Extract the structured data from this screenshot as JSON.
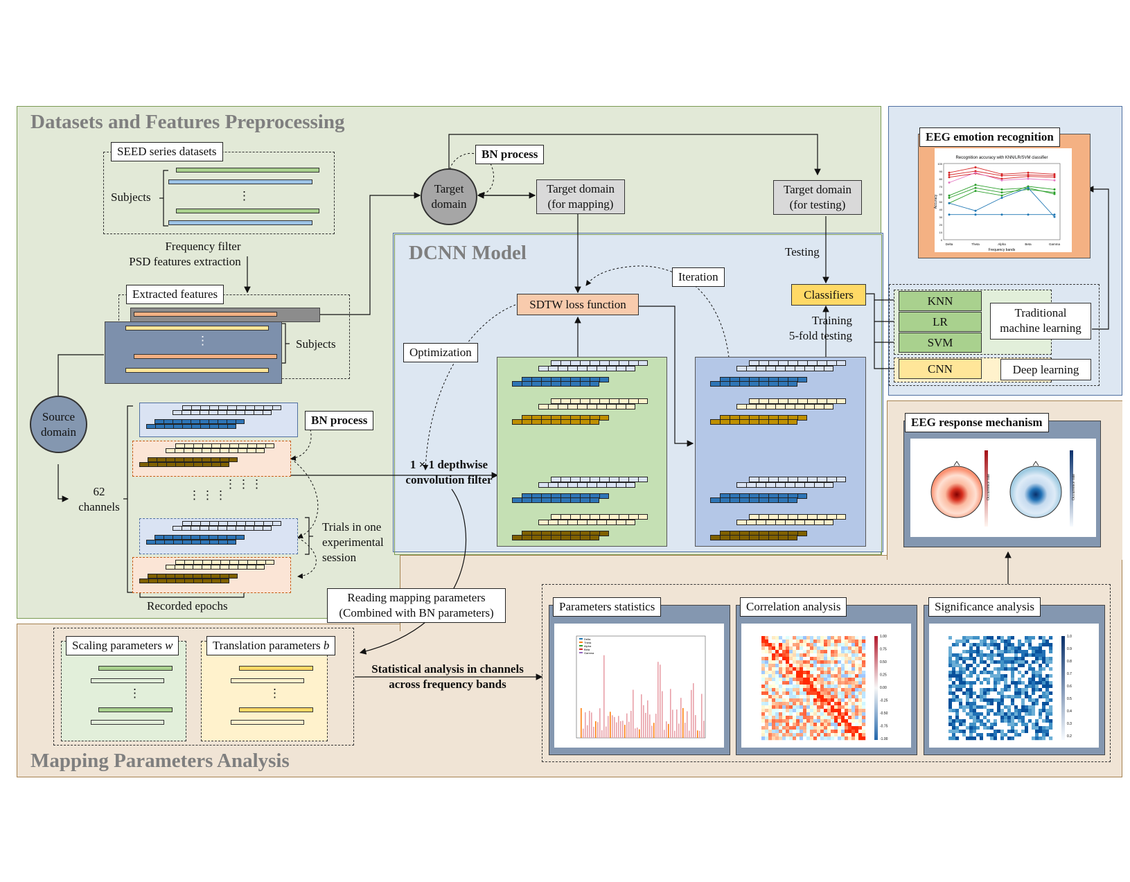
{
  "sections": {
    "preprocessing": "Datasets and Features Preprocessing",
    "dcnn": "DCNN Model",
    "mapping": "Mapping Parameters Analysis"
  },
  "preprocessing": {
    "seed_label": "SEED series datasets",
    "subjects_1": "Subjects",
    "vdots": "⋮",
    "filter_line1": "Frequency filter",
    "filter_line2": "PSD features extraction",
    "extracted_label": "Extracted features",
    "subjects_2": "Subjects",
    "target_domain_line1": "Target",
    "target_domain_line2": "domain",
    "bn_top": "BN process",
    "target_mapping_line1": "Target domain",
    "target_mapping_line2": "(for mapping)",
    "target_testing_line1": "Target domain",
    "target_testing_line2": "(for testing)",
    "source_line1": "Source",
    "source_line2": "domain",
    "channels_line1": "62",
    "channels_line2": "channels",
    "bn_mid": "BN process",
    "trials_line1": "Trials in one",
    "trials_line2": "experimental",
    "trials_line3": "session",
    "recorded": "Recorded epochs",
    "dots_side": "⋮⋮⋮"
  },
  "dcnn": {
    "testing": "Testing",
    "iteration": "Iteration",
    "sdtw": "SDTW loss function",
    "classifiers": "Classifiers",
    "optimization": "Optimization",
    "training_line1": "Training",
    "training_line2": "5-fold testing",
    "depthwise_line1": "1 × 1 depthwise",
    "depthwise_line2": "convolution filter",
    "knn": "KNN",
    "lr": "LR",
    "svm": "SVM",
    "cnn": "CNN",
    "traditional_line1": "Traditional",
    "traditional_line2": "machine learning",
    "deep": "Deep learning"
  },
  "recognition": {
    "title": "EEG emotion recognition",
    "chart_title": "Recognition accuracy with KNN/LR/SVM classifier",
    "xlabel": "Frequency bands",
    "ylabel": "Accuracy"
  },
  "response": {
    "title": "EEG response mechanism",
    "cbar_label_1": "Occurrence rate",
    "cbar_label_2": "Occurrence rate"
  },
  "mapping": {
    "reading_line1": "Reading mapping parameters",
    "reading_line2": "(Combined with BN parameters)",
    "scaling": "Scaling parameters ",
    "scaling_var": "w",
    "translation": "Translation parameters ",
    "translation_var": "b",
    "stat_line1": "Statistical analysis in channels",
    "stat_line2": "across frequency bands",
    "params_stats": "Parameters statistics",
    "correlation": "Correlation analysis",
    "significance": "Significance analysis",
    "legend": [
      "Delta",
      "Theta",
      "Alpha",
      "Beta",
      "Gamma"
    ],
    "corr_ticks": [
      "1.00",
      "0.75",
      "0.50",
      "0.25",
      "0.00",
      "-0.25",
      "-0.50",
      "-0.75",
      "-1.00"
    ],
    "sig_ticks": [
      "1.0",
      "0.9",
      "0.8",
      "0.7",
      "0.6",
      "0.5",
      "0.4",
      "0.3",
      "0.2"
    ]
  },
  "chart_data": {
    "type": "line",
    "categories": [
      "Delta",
      "Theta",
      "Alpha",
      "Beta",
      "Gamma"
    ],
    "ylim": [
      0,
      100
    ],
    "yticks": [
      0,
      10,
      20,
      30,
      40,
      50,
      60,
      70,
      80,
      90,
      100
    ],
    "series": [
      {
        "color": "#d62728",
        "values": [
          88,
          95,
          86,
          88,
          86
        ]
      },
      {
        "color": "#d62728",
        "values": [
          85,
          90,
          84,
          85,
          84
        ]
      },
      {
        "color": "#d62728",
        "values": [
          82,
          87,
          80,
          83,
          82
        ]
      },
      {
        "color": "#e377c2",
        "values": [
          75,
          88,
          78,
          80,
          78
        ]
      },
      {
        "color": "#2ca02c",
        "values": [
          58,
          72,
          66,
          68,
          60
        ]
      },
      {
        "color": "#2ca02c",
        "values": [
          55,
          68,
          62,
          66,
          62
        ]
      },
      {
        "color": "#2ca02c",
        "values": [
          48,
          64,
          58,
          70,
          66
        ]
      },
      {
        "color": "#1f77b4",
        "values": [
          33,
          33,
          33,
          33,
          33
        ]
      },
      {
        "color": "#1f77b4",
        "values": [
          48,
          38,
          55,
          68,
          30
        ]
      }
    ]
  }
}
